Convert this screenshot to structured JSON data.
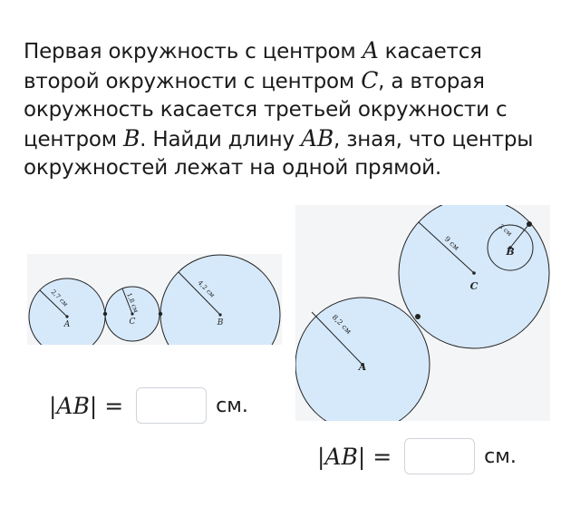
{
  "task": {
    "p1": "Первая окружность с центром ",
    "v1": "A",
    "p2": " касается второй окружности с центром ",
    "v2": "C",
    "p3": ", а вторая окружность касается третьей окружности с центром ",
    "v3": "B",
    "p4": ". Найди длину ",
    "v4": "AB",
    "p5": ", зная, что центры окружностей лежат на одной прямой."
  },
  "figure1": {
    "r1": "2,7 см",
    "r2": "1,8 см",
    "r3": "4,2 см",
    "a": "A",
    "c": "C",
    "b": "B"
  },
  "figure2": {
    "r_big": "9 см",
    "r_small": "3 см",
    "r_a": "8,2 см",
    "a": "A",
    "c": "C",
    "b": "B"
  },
  "answer1": {
    "lhs": "|AB| =",
    "value": "",
    "unit": "см."
  },
  "answer2": {
    "lhs": "|AB| =",
    "value": "",
    "unit": "см."
  },
  "colors": {
    "circle_fill": "#d6e9fa",
    "stroke": "#222222",
    "panel": "#f4f5f7"
  }
}
